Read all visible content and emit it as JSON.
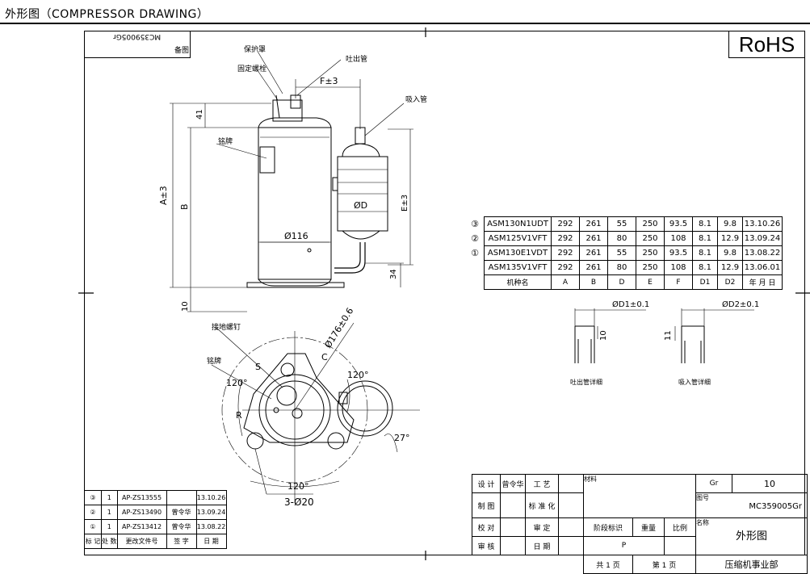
{
  "header": {
    "title": "外形图（COMPRESSOR DRAWING）"
  },
  "corner": {
    "code": "MC359005Gr",
    "sub": "备图"
  },
  "rohs": "RoHS",
  "main_view": {
    "labels": {
      "guard": "保护罩",
      "fix_bolt": "固定螺栓",
      "discharge": "吐出管",
      "suction": "吸入管",
      "nameplate": "铭牌",
      "f_dim": "F±3",
      "a_dim": "A±3",
      "b_dim": "B",
      "e_dim": "E±3",
      "d_dim": "ØD",
      "dia116": "Ø116",
      "d41": "41",
      "d34": "34",
      "d10": "10"
    }
  },
  "bottom_view": {
    "labels": {
      "ground_screw": "接地螺钉",
      "nameplate": "铭牌",
      "dia176": "Ø176±0.6",
      "s": "S",
      "c": "C",
      "r": "R",
      "a120l": "120°",
      "a120r": "120°",
      "a27": "27°",
      "a120b": "120°",
      "holes": "3-Ø20"
    }
  },
  "pipe_details": {
    "discharge": {
      "dim": "ØD1±0.1",
      "depth": "10",
      "caption": "吐出管详细"
    },
    "suction": {
      "dim": "ØD2±0.1",
      "depth": "11",
      "caption": "吸入管详细"
    }
  },
  "spec_table": {
    "rows": [
      {
        "mark": "③",
        "cells": [
          "ASM130N1UDT",
          "292",
          "261",
          "55",
          "250",
          "93.5",
          "8.1",
          "9.8",
          "13.10.26"
        ]
      },
      {
        "mark": "②",
        "cells": [
          "ASM125V1VFT",
          "292",
          "261",
          "80",
          "250",
          "108",
          "8.1",
          "12.9",
          "13.09.24"
        ]
      },
      {
        "mark": "①",
        "cells": [
          "ASM130E1VDT",
          "292",
          "261",
          "55",
          "250",
          "93.5",
          "8.1",
          "9.8",
          "13.08.22"
        ]
      },
      {
        "mark": "",
        "cells": [
          "ASM135V1VFT",
          "292",
          "261",
          "80",
          "250",
          "108",
          "8.1",
          "12.9",
          "13.06.01"
        ]
      }
    ],
    "header": [
      "机种名",
      "A",
      "B",
      "D",
      "E",
      "F",
      "D1",
      "D2",
      "年 月 日"
    ]
  },
  "rev_table": {
    "rows": [
      [
        "③",
        "1",
        "AP-ZS13555",
        "",
        "13.10.26"
      ],
      [
        "②",
        "1",
        "AP-ZS13490",
        "曾令华",
        "13.09.24"
      ],
      [
        "①",
        "1",
        "AP-ZS13412",
        "曾令华",
        "13.08.22"
      ]
    ],
    "header": [
      "标 记",
      "处 数",
      "更改文件号",
      "签 字",
      "日 期"
    ]
  },
  "title_block": {
    "design": "设 计",
    "designer": "曾令华",
    "craft": "工 艺",
    "draw": "制 图",
    "standard": "标 准 化",
    "check": "校 对",
    "review": "审 定",
    "audit": "审 核",
    "date": "日 期",
    "material": "材料",
    "stage": "阶段标识",
    "weight": "重量",
    "scale": "比例",
    "stage_value": "P",
    "total": "共 1 页",
    "page": "第 1 页",
    "gr_label": "Gr",
    "gr_value": "10",
    "drawing_no_label": "图号",
    "drawing_no": "MC359005Gr",
    "name_label": "名称",
    "name": "外形图",
    "company": "压缩机事业部"
  }
}
